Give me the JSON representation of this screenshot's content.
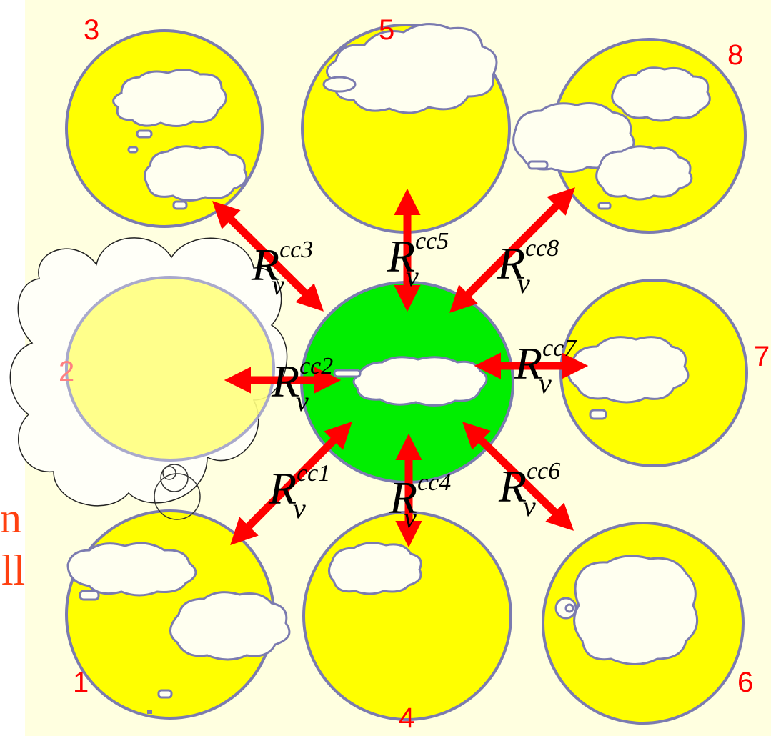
{
  "colors": {
    "background": "#ffffe0",
    "cell_fill": "#ffff00",
    "cell_outline": "#7b7bb0",
    "center_fill": "#00ee00",
    "cloud_fill": "#fffff0",
    "arrow": "#ff0000",
    "label": "#ff0000",
    "faded_label": "#ff8080"
  },
  "center": {
    "name": "center-cell"
  },
  "cells": [
    {
      "id": "1",
      "label": "1"
    },
    {
      "id": "2",
      "label": "2",
      "faded": true
    },
    {
      "id": "3",
      "label": "3"
    },
    {
      "id": "4",
      "label": "4"
    },
    {
      "id": "5",
      "label": "5"
    },
    {
      "id": "6",
      "label": "6"
    },
    {
      "id": "7",
      "label": "7"
    },
    {
      "id": "8",
      "label": "8"
    }
  ],
  "relations": [
    {
      "id": "r1",
      "symbol": "R",
      "subscript": "ν",
      "superscript": "cc1"
    },
    {
      "id": "r2",
      "symbol": "R",
      "subscript": "ν",
      "superscript": "cc2"
    },
    {
      "id": "r3",
      "symbol": "R",
      "subscript": "ν",
      "superscript": "cc3"
    },
    {
      "id": "r4",
      "symbol": "R",
      "subscript": "ν",
      "superscript": "cc4"
    },
    {
      "id": "r5",
      "symbol": "R",
      "subscript": "ν",
      "superscript": "cc5"
    },
    {
      "id": "r6",
      "symbol": "R",
      "subscript": "ν",
      "superscript": "cc6"
    },
    {
      "id": "r7",
      "symbol": "R",
      "subscript": "ν",
      "superscript": "cc7"
    },
    {
      "id": "r8",
      "symbol": "R",
      "subscript": "ν",
      "superscript": "cc8"
    }
  ],
  "left_edge_text": [
    "n",
    "ll"
  ]
}
